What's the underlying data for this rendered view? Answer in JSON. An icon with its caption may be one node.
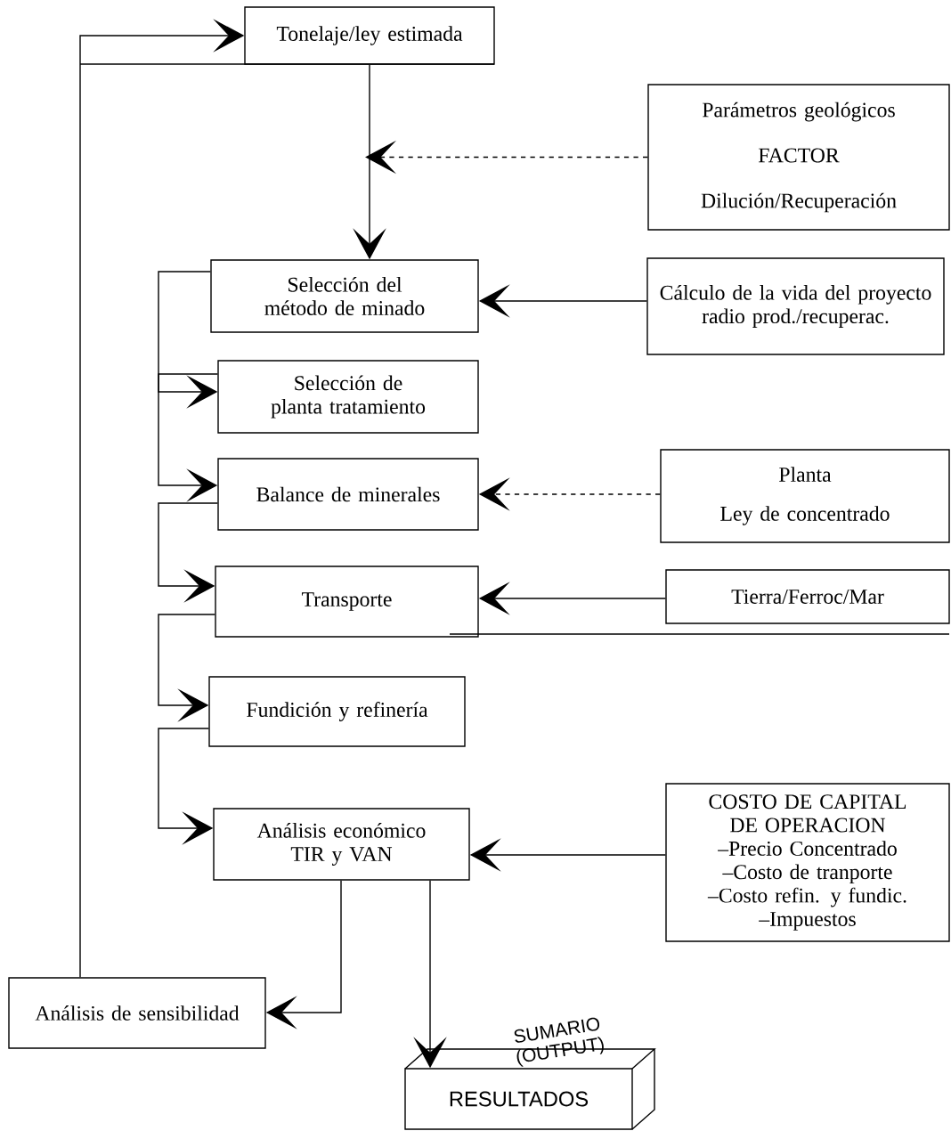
{
  "diagram": {
    "nodes": [
      {
        "text": [
          "Tonelaje/ley estimada"
        ]
      },
      {
        "text": [
          "Parámetros geológicos",
          "FACTOR",
          "Dilución/Recuperación"
        ]
      },
      {
        "text": [
          "Selección del método de minado"
        ]
      },
      {
        "text": [
          "Cálculo de la vida del proyecto radio prod./recuperac."
        ]
      },
      {
        "text": [
          "Selección de planta tratamiento"
        ]
      },
      {
        "text": [
          "Balance de minerales"
        ]
      },
      {
        "text": [
          "Planta",
          "Ley de concentrado"
        ]
      },
      {
        "text": [
          "Transporte"
        ]
      },
      {
        "text": [
          "Tierra/Ferroc/Mar"
        ]
      },
      {
        "text": [
          "Fundición y refinería"
        ]
      },
      {
        "text": [
          "Análisis económico TIR y VAN"
        ]
      },
      {
        "text": [
          "COSTO DE CAPITAL DE OPERACION",
          "–Precio Concentrado",
          "–Costo de tranporte",
          "–Costo refin. y fundic.",
          "–Impuestos"
        ]
      },
      {
        "text": [
          "Análisis de sensibilidad"
        ]
      },
      {
        "text": [
          "SUMARIO (OUTPUT)",
          "RESULTADOS"
        ]
      }
    ],
    "edges": [
      {
        "from": 0,
        "to": 2,
        "arrow": "to"
      },
      {
        "from": 1,
        "to": null,
        "arrow": "to",
        "style": "dashed"
      },
      {
        "from": 3,
        "to": 2,
        "arrow": "to"
      },
      {
        "from": 2,
        "to": 4,
        "arrow": "to"
      },
      {
        "from": 4,
        "to": 5,
        "arrow": "to"
      },
      {
        "from": 5,
        "to": 7,
        "arrow": "to"
      },
      {
        "from": 6,
        "to": 5,
        "arrow": "to",
        "style": "dashed"
      },
      {
        "from": 8,
        "to": 7,
        "arrow": "to"
      },
      {
        "from": 7,
        "to": 9,
        "arrow": "to"
      },
      {
        "from": 9,
        "to": 10,
        "arrow": "to"
      },
      {
        "from": 11,
        "to": 10,
        "arrow": "to"
      },
      {
        "from": 10,
        "to": 12,
        "arrow": "to"
      },
      {
        "from": 10,
        "to": 13,
        "arrow": "to"
      },
      {
        "from": 12,
        "to": 0,
        "arrow": "to"
      }
    ]
  }
}
